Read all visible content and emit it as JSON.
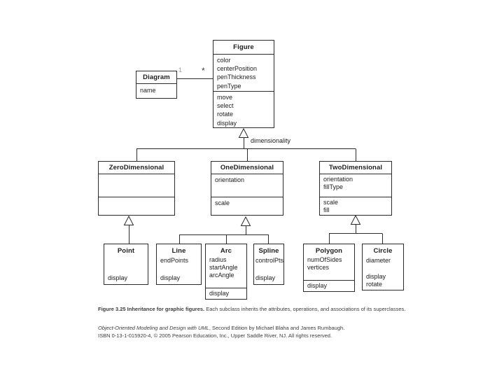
{
  "appearance": {
    "background": "#ffffff",
    "line_color": "#2b2b2b",
    "text_color": "#1c1c1c",
    "muted_multiplicity_color": "#9a9a9a"
  },
  "classes": {
    "figure": {
      "title": "Figure",
      "attrs": [
        "color",
        "centerPosition",
        "penThickness",
        "penType"
      ],
      "ops": [
        "move",
        "select",
        "rotate",
        "display"
      ]
    },
    "diagram": {
      "title": "Diagram",
      "attrs": [
        "name"
      ]
    },
    "zero": {
      "title": "ZeroDimensional"
    },
    "one": {
      "title": "OneDimensional",
      "attrs": [
        "orientation"
      ],
      "ops": [
        "scale"
      ]
    },
    "two": {
      "title": "TwoDimensional",
      "attrs": [
        "orientation",
        "fillType"
      ],
      "ops": [
        "scale",
        "fill"
      ]
    },
    "point": {
      "title": "Point",
      "ops": [
        "display"
      ]
    },
    "line": {
      "title": "Line",
      "attrs": [
        "endPoints"
      ],
      "ops": [
        "display"
      ]
    },
    "arc": {
      "title": "Arc",
      "attrs": [
        "radius",
        "startAngle",
        "arcAngle"
      ],
      "ops": [
        "display"
      ]
    },
    "spline": {
      "title": "Spline",
      "attrs": [
        "controlPts"
      ],
      "ops": [
        "display"
      ]
    },
    "polygon": {
      "title": "Polygon",
      "attrs": [
        "numOfSides",
        "vertices"
      ],
      "ops": [
        "display"
      ]
    },
    "circle": {
      "title": "Circle",
      "attrs": [
        "diameter"
      ],
      "ops": [
        "display",
        "rotate"
      ]
    }
  },
  "labels": {
    "multiplicity_one": "1",
    "multiplicity_many": "*",
    "discriminator": "dimensionality"
  },
  "caption": {
    "heading_bold": "Figure 3.25 Inheritance for graphic figures.",
    "heading_rest": " Each subclass inherits the attributes, operations, and associations of its superclasses.",
    "book_title_italic": "Object-Oriented Modeling and Design with UML",
    "book_rest": ", Second Edition by Michael Blaha and James Rumbaugh.",
    "copyright_line": "ISBN 0-13-1-015920-4, © 2005 Pearson Education, Inc., Upper Saddle River, NJ. All rights reserved."
  }
}
